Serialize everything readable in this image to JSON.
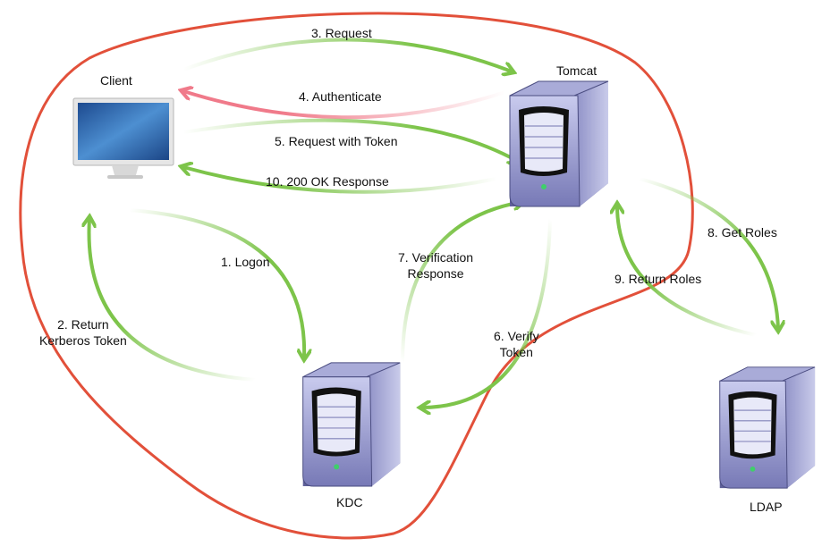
{
  "nodes": {
    "client": "Client",
    "tomcat": "Tomcat",
    "kdc": "KDC",
    "ldap": "LDAP"
  },
  "edges": {
    "e1": "1. Logon",
    "e2a": "2. Return",
    "e2b": "Kerberos Token",
    "e3": "3. Request",
    "e4": "4. Authenticate",
    "e5": "5. Request with Token",
    "e6a": "6. Verify",
    "e6b": "Token",
    "e7a": "7. Verification",
    "e7b": "Response",
    "e8": "8. Get Roles",
    "e9": "9. Return Roles",
    "e10": "10. 200 OK Response"
  },
  "colors": {
    "arrow_green": "#7dc44a",
    "arrow_red": "#f07a8a",
    "boundary": "#e2503a"
  },
  "icons": {
    "client": "monitor-icon",
    "servers": "server-tower-icon"
  }
}
